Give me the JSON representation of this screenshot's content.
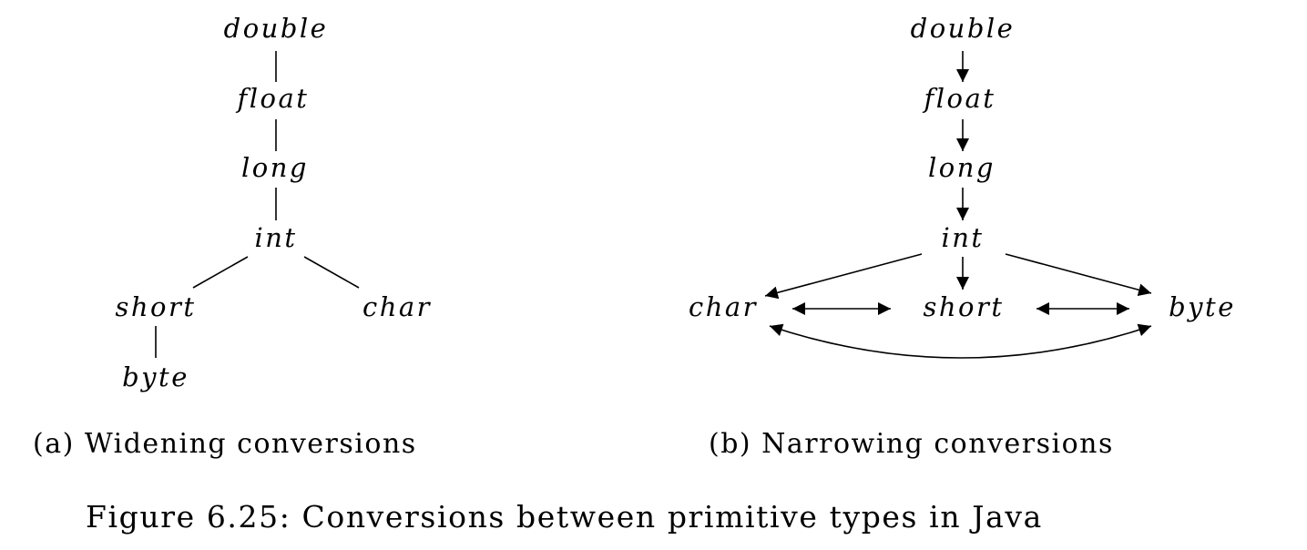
{
  "widening": {
    "nodes": {
      "double": "double",
      "float": "float",
      "long": "long",
      "int": "int",
      "short": "short",
      "char": "char",
      "byte": "byte"
    },
    "caption": "(a) Widening conversions"
  },
  "narrowing": {
    "nodes": {
      "double": "double",
      "float": "float",
      "long": "long",
      "int": "int",
      "char": "char",
      "short": "short",
      "byte": "byte"
    },
    "caption": "(b) Narrowing conversions"
  },
  "figure_caption": "Figure 6.25: Conversions between primitive types in Java"
}
